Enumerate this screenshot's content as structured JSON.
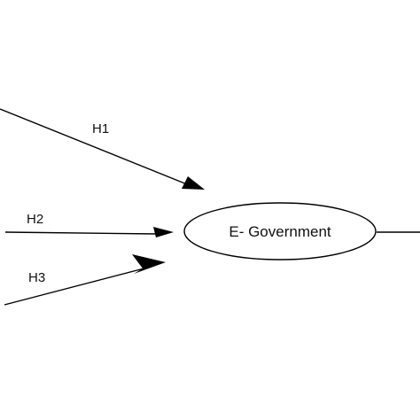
{
  "diagram": {
    "node": {
      "label": "E- Government"
    },
    "edges": [
      {
        "id": "h1",
        "label": "H1"
      },
      {
        "id": "h2",
        "label": "H2"
      },
      {
        "id": "h3",
        "label": "H3"
      }
    ],
    "colors": {
      "stroke": "#000000",
      "text": "#111111",
      "background": "#ffffff"
    }
  }
}
